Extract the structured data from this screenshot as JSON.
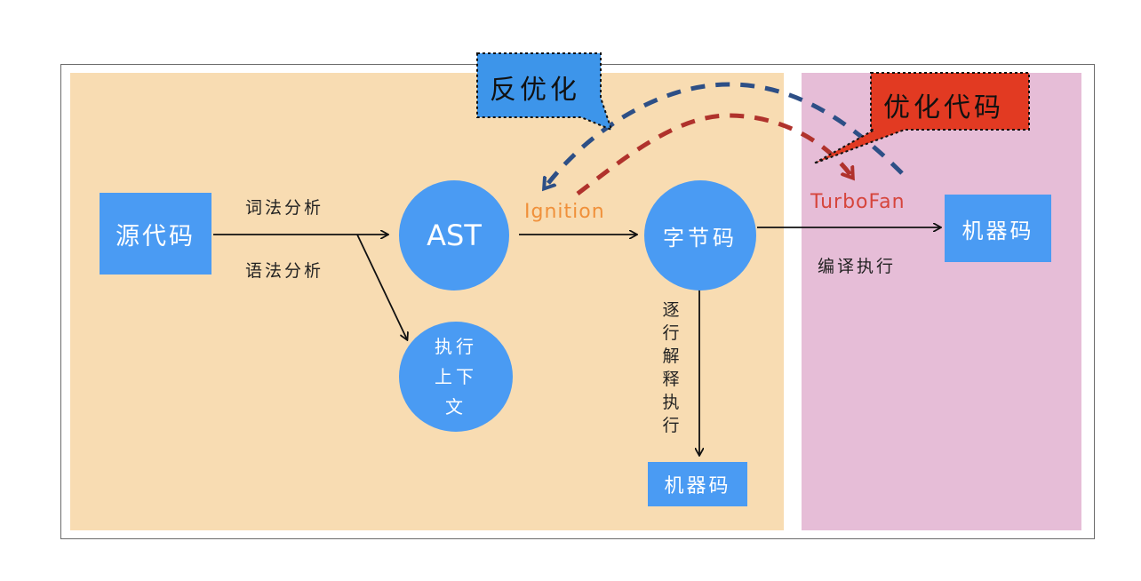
{
  "nodes": {
    "source_code": "源代码",
    "ast": "AST",
    "exec_context": "执行上下文",
    "bytecode": "字节码",
    "machine_code_right": "机器码",
    "machine_code_bottom": "机器码"
  },
  "edges": {
    "lexical": "词法分析",
    "syntax": "语法分析",
    "compile_exec": "编译执行",
    "interpret_exec": "逐行解释执行"
  },
  "components": {
    "ignition": "Ignition",
    "turbofan": "TurboFan"
  },
  "callouts": {
    "deoptimize": "反优化",
    "optimize": "优化代码"
  },
  "colors": {
    "left_panel": "#f8dcb2",
    "right_panel": "#e6bdd7",
    "node_blue": "#4a9bf3",
    "ignition_orange": "#f0903a",
    "turbofan_red": "#d6453c",
    "deopt_callout": "#3d95ea",
    "opt_callout": "#e23a22",
    "deopt_arrow": "#2d4f86",
    "opt_arrow": "#b0322c"
  }
}
